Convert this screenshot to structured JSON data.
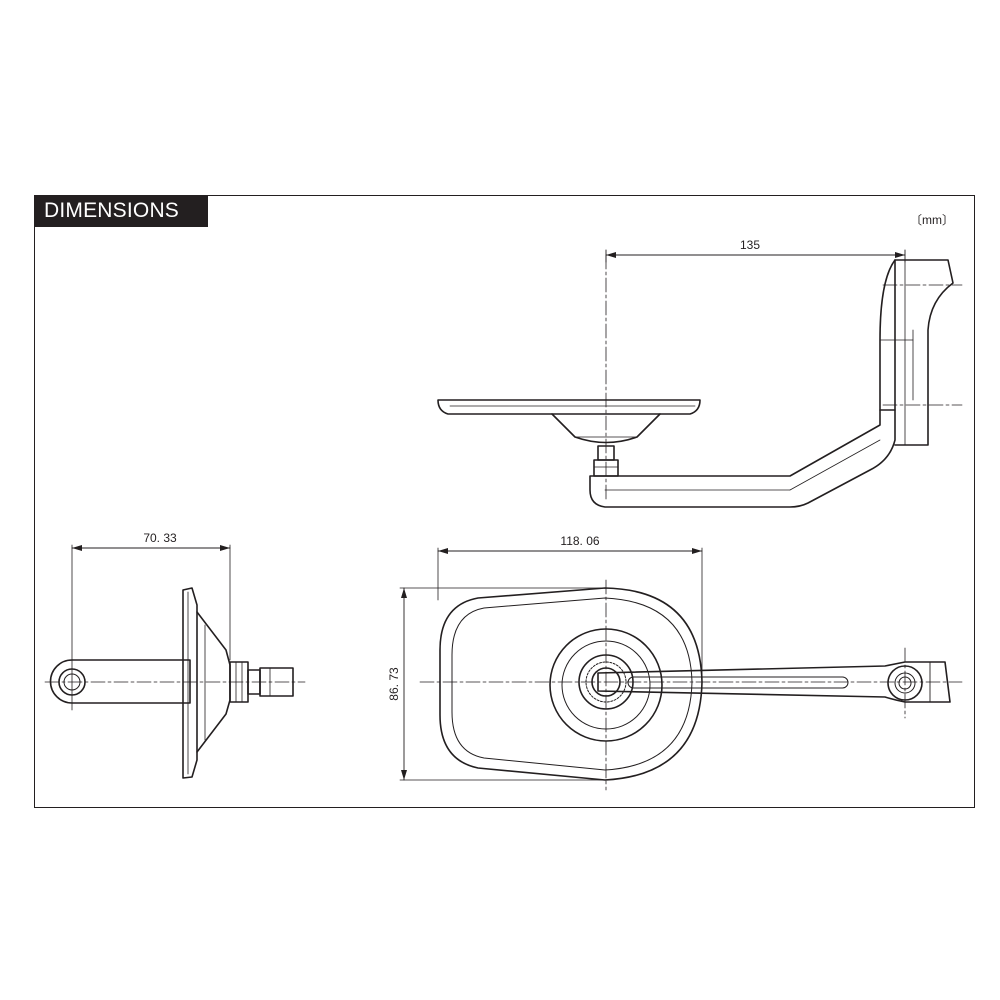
{
  "header": {
    "title": "DIMENSIONS"
  },
  "units": "〔mm〕",
  "dimensions": {
    "top_width": "135",
    "side_width": "70. 33",
    "front_width": "118. 06",
    "front_height": "86. 73"
  },
  "colors": {
    "ink": "#231f20",
    "background": "#ffffff"
  }
}
